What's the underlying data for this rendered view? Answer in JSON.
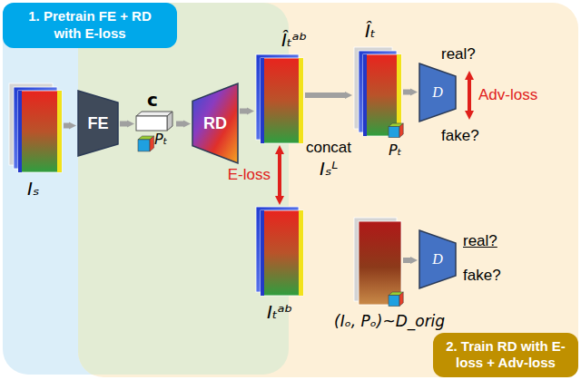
{
  "diagram": {
    "nodes": [
      {
        "text": [
          "1. Pretrain FE + RD with E-loss"
        ]
      },
      {
        "text": [
          "2. Train RD with E-loss + Adv-loss"
        ]
      },
      {
        "text": [
          "Iₛ"
        ],
        "in": 0
      },
      {
        "text": [
          "FE"
        ]
      },
      {
        "text": [
          "c",
          "Pₜ"
        ]
      },
      {
        "text": [
          "RD"
        ]
      },
      {
        "text": [
          "Îₜᵃᵇ"
        ]
      },
      {
        "text": [
          "Iₜᵃᵇ"
        ]
      },
      {
        "text": [
          "Îₜ",
          "Pₜ"
        ],
        "in": 1
      },
      {
        "text": [
          "D"
        ],
        "in": 1
      },
      {
        "text": [
          "(Iₒ, Pₒ)~D_orig"
        ],
        "in": 1
      },
      {
        "text": [
          "D"
        ],
        "in": 1
      }
    ],
    "edges": [
      {
        "from": 2,
        "to": 3,
        "arrow": "to"
      },
      {
        "from": 3,
        "to": 4,
        "arrow": "to"
      },
      {
        "from": 4,
        "to": 5,
        "arrow": "to"
      },
      {
        "from": 5,
        "to": 6,
        "arrow": "to"
      },
      {
        "from": 6,
        "to": 7,
        "label": "E-loss",
        "arrow": "both"
      },
      {
        "from": 6,
        "to": 8,
        "label": "concat",
        "arrow": "to"
      },
      {
        "from": 8,
        "to": 9,
        "arrow": "to"
      },
      {
        "from": 10,
        "to": 11,
        "arrow": "to"
      }
    ],
    "labels": [
      "Iₛᴸ",
      "real?",
      "fake?",
      "Adv-loss",
      "real?",
      "fake?"
    ]
  }
}
